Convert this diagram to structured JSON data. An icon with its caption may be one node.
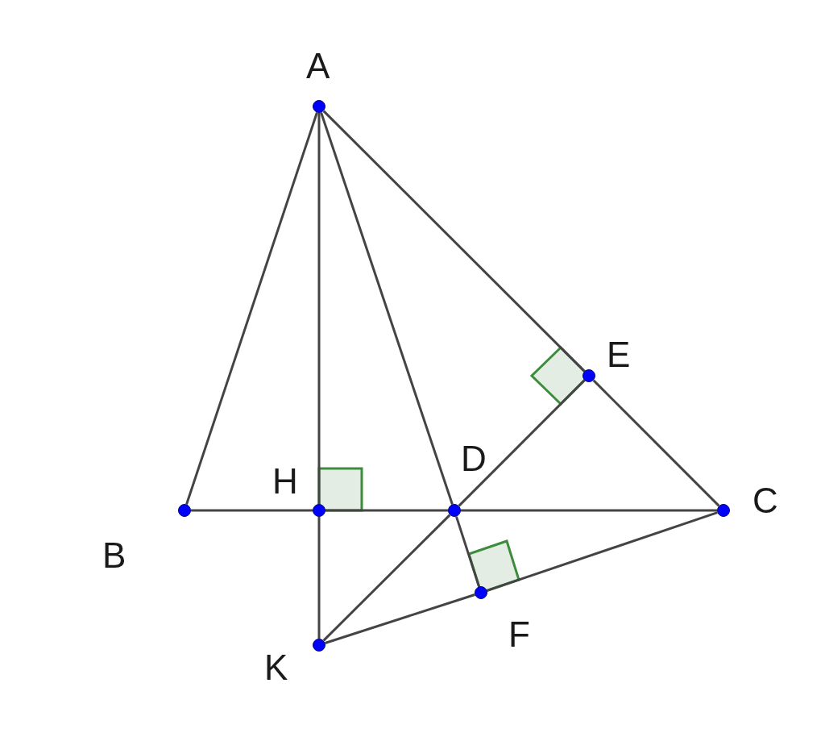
{
  "diagram": {
    "nodes": [
      {
        "text": [
          "A"
        ]
      },
      {
        "text": [
          "B"
        ]
      },
      {
        "text": [
          "C"
        ]
      },
      {
        "text": [
          "D"
        ]
      },
      {
        "text": [
          "E"
        ]
      },
      {
        "text": [
          "F"
        ]
      },
      {
        "text": [
          "H"
        ]
      },
      {
        "text": [
          "K"
        ]
      }
    ],
    "edges": [
      {
        "from": 0,
        "to": 1,
        "arrow": "none"
      },
      {
        "from": 0,
        "to": 4,
        "arrow": "none"
      },
      {
        "from": 4,
        "to": 2,
        "arrow": "none"
      },
      {
        "from": 0,
        "to": 6,
        "arrow": "none"
      },
      {
        "from": 6,
        "to": 7,
        "arrow": "none"
      },
      {
        "from": 0,
        "to": 3,
        "arrow": "none"
      },
      {
        "from": 3,
        "to": 5,
        "arrow": "none"
      },
      {
        "from": 1,
        "to": 6,
        "arrow": "none"
      },
      {
        "from": 6,
        "to": 3,
        "arrow": "none"
      },
      {
        "from": 3,
        "to": 2,
        "arrow": "none"
      },
      {
        "from": 7,
        "to": 3,
        "arrow": "none"
      },
      {
        "from": 3,
        "to": 4,
        "arrow": "none"
      },
      {
        "from": 7,
        "to": 5,
        "arrow": "none"
      },
      {
        "from": 5,
        "to": 2,
        "arrow": "none"
      }
    ]
  }
}
